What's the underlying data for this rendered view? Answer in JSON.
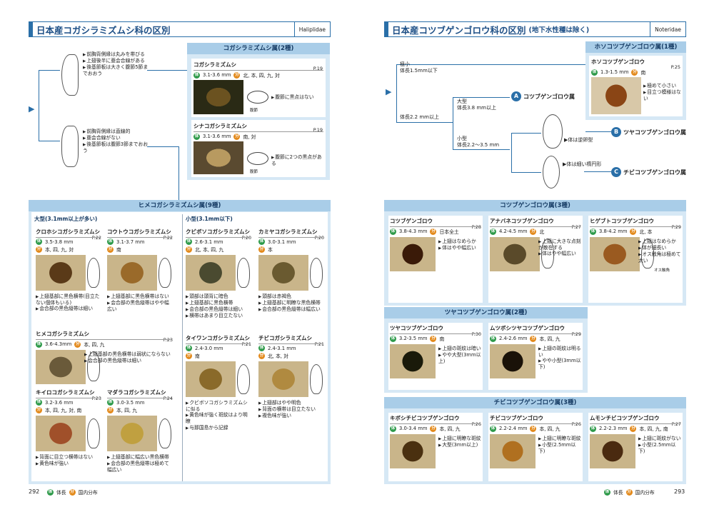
{
  "left": {
    "title": "日本産コガシラミズムシ科の区別",
    "family": "Haliplidae",
    "key1": [
      "前胸背側縁は丸みを帯びる",
      "上翅後半に亜会合線がある",
      "後基節板は大きく腹節5節までおおう"
    ],
    "key2": [
      "前胸背側縁は直線的",
      "亜会合線がない",
      "後基節板は腹節3節までおおう"
    ],
    "genus1": {
      "header": "コガシラミズムシ属(2種)",
      "sp": [
        {
          "name": "コガシラミズムシ",
          "size": "3.1-3.6 mm",
          "dist": "北, 本, 四, 九, 対",
          "page": "P.19",
          "label": "腹節",
          "note": "腹節に黒点はない"
        },
        {
          "name": "シナコガシラミズムシ",
          "size": "3.1-3.6 mm",
          "dist": "南, 対",
          "page": "P.19",
          "label": "腹節",
          "note": "腹節に2つの黒点がある"
        }
      ]
    },
    "genus2": {
      "header": "ヒメコガシラミズムシ属(9種)",
      "large": "大型(3.1mm以上が多い)",
      "small": "小型(3.1mm以下)",
      "sp": [
        {
          "name": "クロホシコガシラミズムシ",
          "size": "3.5-3.8 mm",
          "dist": "本, 四, 九, 対",
          "page": "P.22",
          "notes": [
            "上翅基部に黒色横帯(目立たない個体もいる)",
            "会合部の黒色縦帯は細い"
          ]
        },
        {
          "name": "コウトウコガシラミズムシ",
          "size": "3.1-3.7 mm",
          "dist": "南",
          "page": "P.22",
          "notes": [
            "上翅基部に黒色横帯はない",
            "会合部の黒色縦帯はやや幅広い"
          ]
        },
        {
          "name": "クビボソコガシラミズムシ",
          "size": "2.6-3.1 mm",
          "dist": "北, 本, 四, 九",
          "page": "P.20",
          "notes": [
            "頭部は頭背に暗色",
            "上翅基部に黒色横帯",
            "会合部の黒色縦帯は細い",
            "横帯はあまり目立たない"
          ]
        },
        {
          "name": "カミヤコガシラミズムシ",
          "size": "3.0-3.1 mm",
          "dist": "本",
          "page": "P.20",
          "notes": [
            "頭部は赤褐色",
            "上翅基部に明瞭な黒色横帯",
            "会合部の黒色縦帯は幅広い"
          ]
        },
        {
          "name": "ヒメコガシラミズムシ",
          "size": "3.6-4.3mm",
          "dist": "本, 四, 九",
          "page": "P.23",
          "notes": [
            "上翅基部の黒色横帯は弱状にならない",
            "会合部の黒色縦帯は細い"
          ]
        },
        {
          "name": "タイワンコガシラミズムシ",
          "size": "2.4-3.0 mm",
          "dist": "南",
          "page": "P.21",
          "notes": [
            "クビボソコガシラミズムシに似る",
            "黄色味が強く斑紋はより明瞭",
            "与那国島から記録"
          ]
        },
        {
          "name": "チビコガシラミズムシ",
          "size": "2.4-3.1 mm",
          "dist": "北, 本, 対",
          "page": "P.21",
          "notes": [
            "上翅部はやや明色",
            "背面の横帯は目立たない",
            "複色味が強い"
          ]
        },
        {
          "name": "キイロコガシラミズムシ",
          "size": "3.2-3.6 mm",
          "dist": "本, 四, 九, 対, 南",
          "page": "P.23",
          "notes": [
            "背面に目立つ横帯はない",
            "黄色味が強い"
          ]
        },
        {
          "name": "マダラコガシラミズムシ",
          "size": "3.0-3.5 mm",
          "dist": "本, 四, 九",
          "page": "P.24",
          "notes": [
            "上翅基部に幅広い黒色横帯",
            "会合部の黒色縦帯は極めて幅広い"
          ]
        }
      ]
    },
    "page": "292",
    "legend": {
      "g": "体長",
      "o": "国内分布"
    }
  },
  "right": {
    "title": "日本産コツブゲンゴロウ科の区別",
    "subtitle": "(地下水性種は除く)",
    "family": "Noteridae",
    "k1": [
      "極小",
      "体長1.5mm以下"
    ],
    "k2": "体長2.2 mm以上",
    "k3": [
      "大型",
      "体長3.8 mm以上"
    ],
    "k4": [
      "小型",
      "体長2.2〜3.5 mm"
    ],
    "k5": "体は逆卵型",
    "k6": "体は細い楕円形",
    "gA": "コツブゲンゴロウ属",
    "gB": "ツヤコツブゲンゴロウ属",
    "gC": "チビコツブゲンゴロウ属",
    "hoso": {
      "header": "ホソコツブゲンゴロウ属(1種)",
      "name": "ホソコツブゲンゴロウ",
      "size": "1.3-1.5 mm",
      "dist": "南",
      "page": "P.25",
      "notes": [
        "極めて小さい",
        "目立つ模様はない"
      ]
    },
    "A": {
      "header": "コツブゲンゴロウ属(3種)",
      "sp": [
        {
          "name": "コツブゲンゴロウ",
          "size": "3.8-4.3 mm",
          "dist": "日本全土",
          "page": "P.28",
          "notes": [
            "上翅はなめらか",
            "体はやや幅広い"
          ]
        },
        {
          "name": "アナバネコツブゲンゴロウ",
          "size": "4.2-4.5 mm",
          "dist": "北",
          "page": "P.27",
          "notes": [
            "上翅に大きな点刻が散在する",
            "体はやや幅広い"
          ]
        },
        {
          "name": "ヒゲブトコツブゲンゴロウ",
          "size": "3.8-4.2 mm",
          "dist": "北, 本",
          "page": "P.29",
          "label": "オス触角",
          "notes": [
            "上翅はなめらか",
            "体が細長い",
            "オス触角は極めて太い"
          ]
        }
      ]
    },
    "B": {
      "header": "ツヤコツブゲンゴロウ属(2種)",
      "sp": [
        {
          "name": "ツヤコツブゲンゴロウ",
          "size": "3.2-3.5 mm",
          "dist": "南",
          "page": "P.30",
          "notes": [
            "上翅の斑紋は暗い",
            "やや大型(3mm以上)"
          ]
        },
        {
          "name": "ムツボシツヤコツブゲンゴロウ",
          "size": "2.4-2.6 mm",
          "dist": "本, 四, 九",
          "page": "P.29",
          "notes": [
            "上翅の斑紋は明るい",
            "やや小型(3mm以下)"
          ]
        }
      ]
    },
    "C": {
      "header": "チビコツブゲンゴロウ属(3種)",
      "sp": [
        {
          "name": "キボシチビコツブゲンゴロウ",
          "size": "3.0-3.4 mm",
          "dist": "本, 四, 九",
          "page": "P.26",
          "notes": [
            "上翅に明瞭な斑紋",
            "大型(3mm以上)"
          ]
        },
        {
          "name": "チビコツブゲンゴロウ",
          "size": "2.2-2.4 mm",
          "dist": "本, 四, 九",
          "page": "P.26",
          "notes": [
            "上翅に明瞭な斑紋",
            "小型(2.5mm以下)"
          ]
        },
        {
          "name": "ムモンチビコツブゲンゴロウ",
          "size": "2.2-2.3 mm",
          "dist": "本, 四, 九, 南",
          "page": "P.27",
          "notes": [
            "上翅に斑紋がない",
            "小型(2.5mm以下)"
          ]
        }
      ]
    },
    "page": "293"
  },
  "colors": {
    "accent": "#2a6fa8",
    "panel": "#d6e8f5",
    "panelHead": "#a9cde8"
  }
}
